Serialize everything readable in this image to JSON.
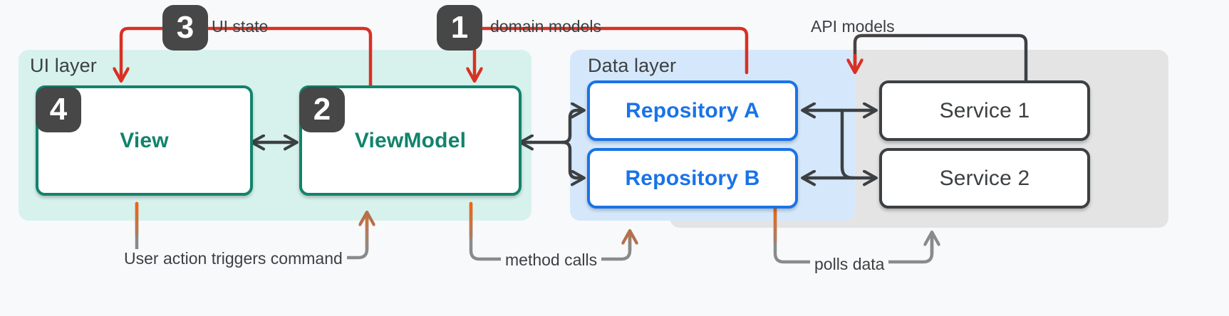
{
  "diagram": {
    "title": "MVVM layered architecture data flow",
    "background": "#f8f9fa",
    "colors": {
      "ui_layer_panel": "#d7f2ec",
      "data_layer_panel": "#d5e8fb",
      "service_panel": "#e4e4e4",
      "teal": "#12836c",
      "blue": "#1a73e8",
      "gray": "#3c4043",
      "badge": "#474747",
      "red_arrow": "#d93025",
      "orange_arrow": "#f4630c",
      "gray_arrow": "#7d7d7d"
    }
  },
  "layers": [
    {
      "id": "ui",
      "label": "UI layer",
      "fill": "#d7f2ec"
    },
    {
      "id": "data",
      "label": "Data layer",
      "fill": "#d5e8fb"
    },
    {
      "id": "service",
      "label": "",
      "fill": "#e4e4e4"
    }
  ],
  "nodes": [
    {
      "id": "view",
      "label": "View",
      "style": "teal",
      "badge": "4"
    },
    {
      "id": "viewmodel",
      "label": "ViewModel",
      "style": "teal",
      "badge": "2"
    },
    {
      "id": "repoa",
      "label": "Repository A",
      "style": "blue",
      "badge": ""
    },
    {
      "id": "repob",
      "label": "Repository B",
      "style": "blue",
      "badge": ""
    },
    {
      "id": "service1",
      "label": "Service  1",
      "style": "gray",
      "badge": ""
    },
    {
      "id": "service2",
      "label": "Service 2",
      "style": "gray",
      "badge": ""
    }
  ],
  "badges": [
    {
      "id": "b1",
      "number": "1"
    },
    {
      "id": "b2",
      "number": "2"
    },
    {
      "id": "b3",
      "number": "3"
    },
    {
      "id": "b4",
      "number": "4"
    }
  ],
  "edges": [
    {
      "id": "ui-state",
      "label": "UI state",
      "color": "#d93025",
      "from": "viewmodel",
      "to": "view"
    },
    {
      "id": "domain-models",
      "label": "domain models",
      "color": "#d93025",
      "from": "repoa",
      "to": "viewmodel"
    },
    {
      "id": "api-models",
      "label": "API models",
      "color": "#d93025",
      "from": "service1",
      "to": "repoa"
    },
    {
      "id": "user-action",
      "label": "User action triggers command",
      "color": "#f4630c",
      "from": "view",
      "to": "viewmodel"
    },
    {
      "id": "method-calls",
      "label": "method calls",
      "color": "#f4630c",
      "from": "viewmodel",
      "to": "repoa"
    },
    {
      "id": "polls-data",
      "label": "polls data",
      "color": "#f4630c",
      "from": "repob",
      "to": "service2"
    },
    {
      "id": "view-vm",
      "label": "",
      "color": "#3c4043",
      "from": "view",
      "to": "viewmodel"
    },
    {
      "id": "vm-repos",
      "label": "",
      "color": "#3c4043",
      "from": "viewmodel",
      "to": "repoa"
    },
    {
      "id": "repoa-svc",
      "label": "",
      "color": "#3c4043",
      "from": "repoa",
      "to": "service1"
    },
    {
      "id": "repob-svc",
      "label": "",
      "color": "#3c4043",
      "from": "repob",
      "to": "service2"
    }
  ]
}
